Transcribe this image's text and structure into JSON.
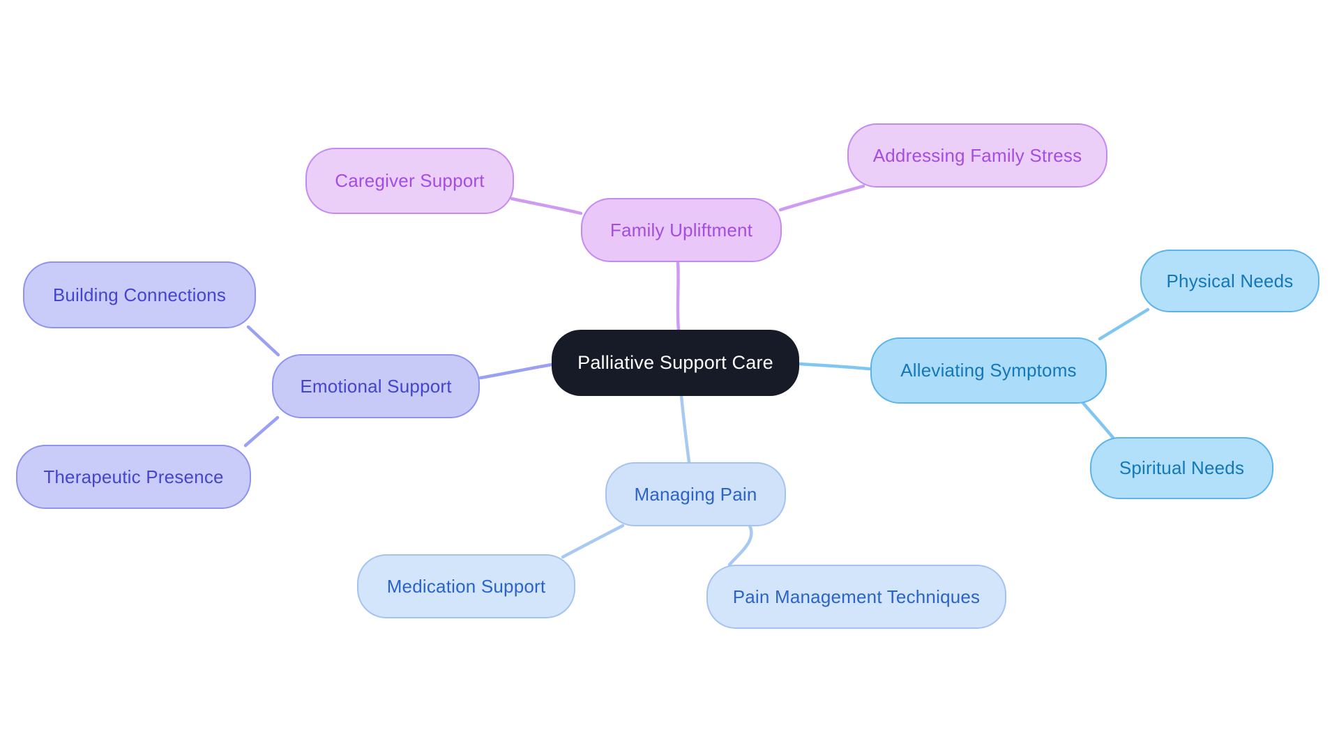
{
  "diagram": {
    "type": "mindmap",
    "title": "Palliative Support Care mind map",
    "background": "#ffffff",
    "root": {
      "label": "Palliative Support Care",
      "fill": "#161b27",
      "text_color": "#ffffff"
    },
    "branches": [
      {
        "label": "Family Upliftment",
        "fill": "#e9c7f8",
        "border_color": "#c58af0",
        "text_color": "#a44de2",
        "edge_color": "#cf9af2",
        "children": [
          {
            "label": "Caregiver Support",
            "fill": "#ebcff9"
          },
          {
            "label": "Addressing Family Stress",
            "fill": "#ebcff9"
          }
        ]
      },
      {
        "label": "Emotional Support",
        "fill": "#c7c9f7",
        "border_color": "#8e93f0",
        "text_color": "#4444ce",
        "edge_color": "#9aa0f2",
        "children": [
          {
            "label": "Building Connections",
            "fill": "#c9ccf8"
          },
          {
            "label": "Therapeutic Presence",
            "fill": "#c9ccf8"
          }
        ]
      },
      {
        "label": "Alleviating Symptoms",
        "fill": "#abddfa",
        "border_color": "#5db4ea",
        "text_color": "#1377b8",
        "edge_color": "#80c6f1",
        "children": [
          {
            "label": "Physical Needs",
            "fill": "#b2e0fa"
          },
          {
            "label": "Spiritual Needs",
            "fill": "#b2e0fa"
          }
        ]
      },
      {
        "label": "Managing Pain",
        "fill": "#d0e2f9",
        "border_color": "#a5c3f0",
        "text_color": "#2c63c9",
        "edge_color": "#a9c8f2",
        "children": [
          {
            "label": "Medication Support",
            "fill": "#d3e5fa"
          },
          {
            "label": "Pain Management Techniques",
            "fill": "#d3e5fa"
          }
        ]
      }
    ]
  }
}
